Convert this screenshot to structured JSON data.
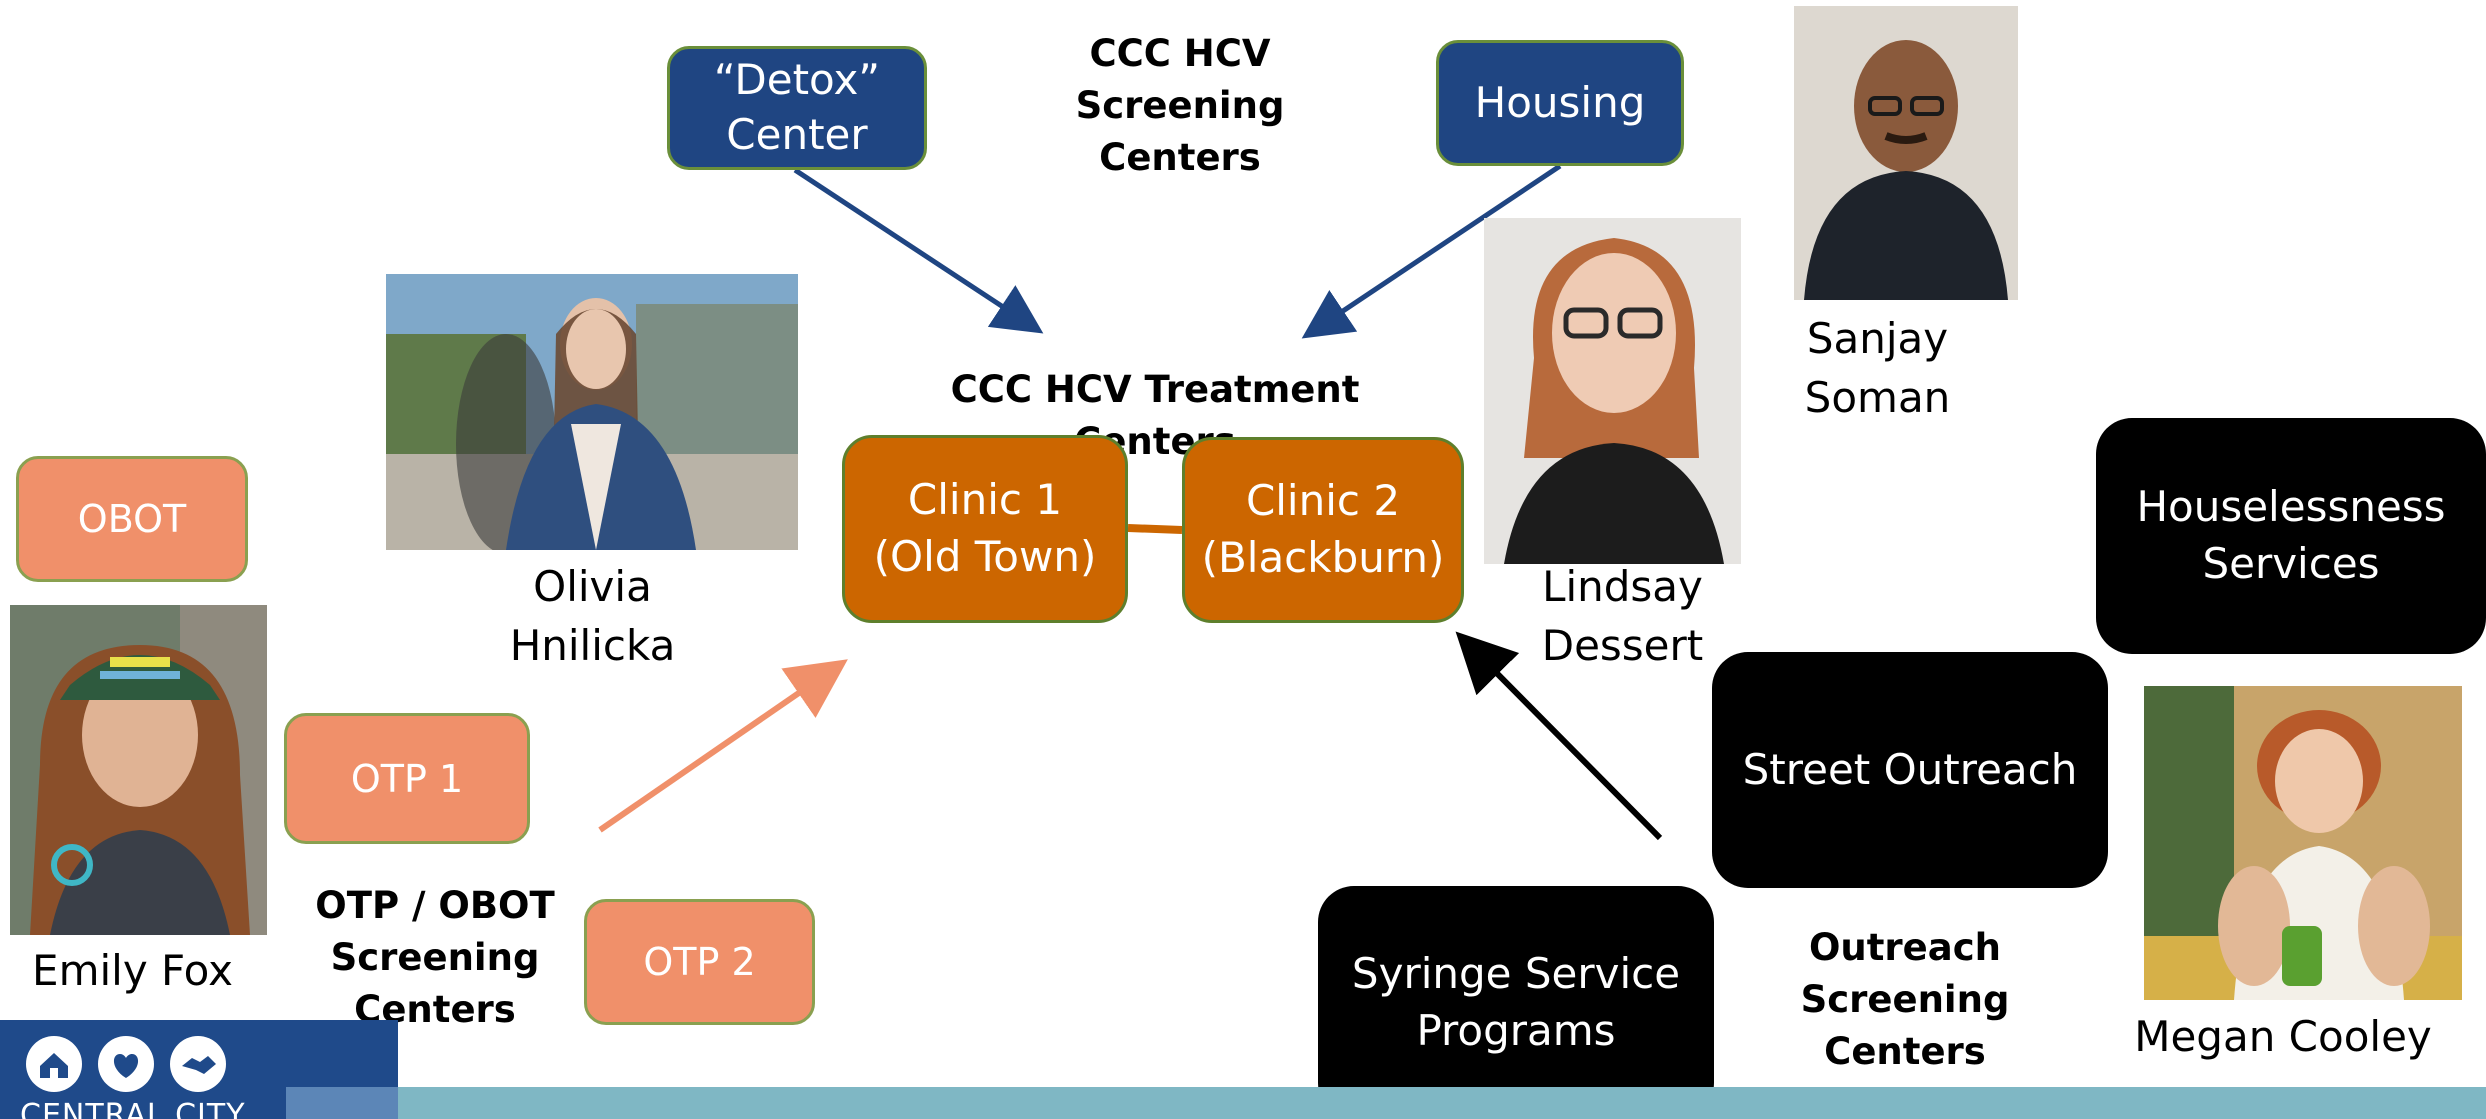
{
  "titles": {
    "screening_centers": "CCC HCV Screening\nCenters",
    "treatment_centers": "CCC HCV Treatment Centers",
    "otp_obot_screening": "OTP / OBOT\nScreening\nCenters",
    "outreach_screening": "Outreach\nScreening\nCenters"
  },
  "boxes": {
    "detox": "“Detox”\nCenter",
    "housing": "Housing",
    "clinic1": "Clinic 1\n(Old Town)",
    "clinic2": "Clinic 2\n(Blackburn)",
    "obot": "OBOT",
    "otp1": "OTP 1",
    "otp2": "OTP 2",
    "houselessness": "Houselessness\nServices",
    "street_outreach": "Street Outreach",
    "syringe": "Syringe Service\nPrograms"
  },
  "people": {
    "olivia": "Olivia\nHnilicka",
    "lindsay": "Lindsay\nDessert",
    "sanjay": "Sanjay\nSoman",
    "emily": "Emily Fox",
    "megan": "Megan Cooley"
  },
  "logo": {
    "text": "CENTRAL CITY"
  },
  "colors": {
    "navy_box": "#1f4582",
    "clinic_orange": "#cc6600",
    "screening_salmon": "#f0906a",
    "outreach_black": "#000000",
    "arrow_blue": "#1f4582",
    "arrow_salmon": "#f0906a",
    "bottom_bar": "#7fb7c4",
    "logo_navy": "#1f4a8a"
  }
}
